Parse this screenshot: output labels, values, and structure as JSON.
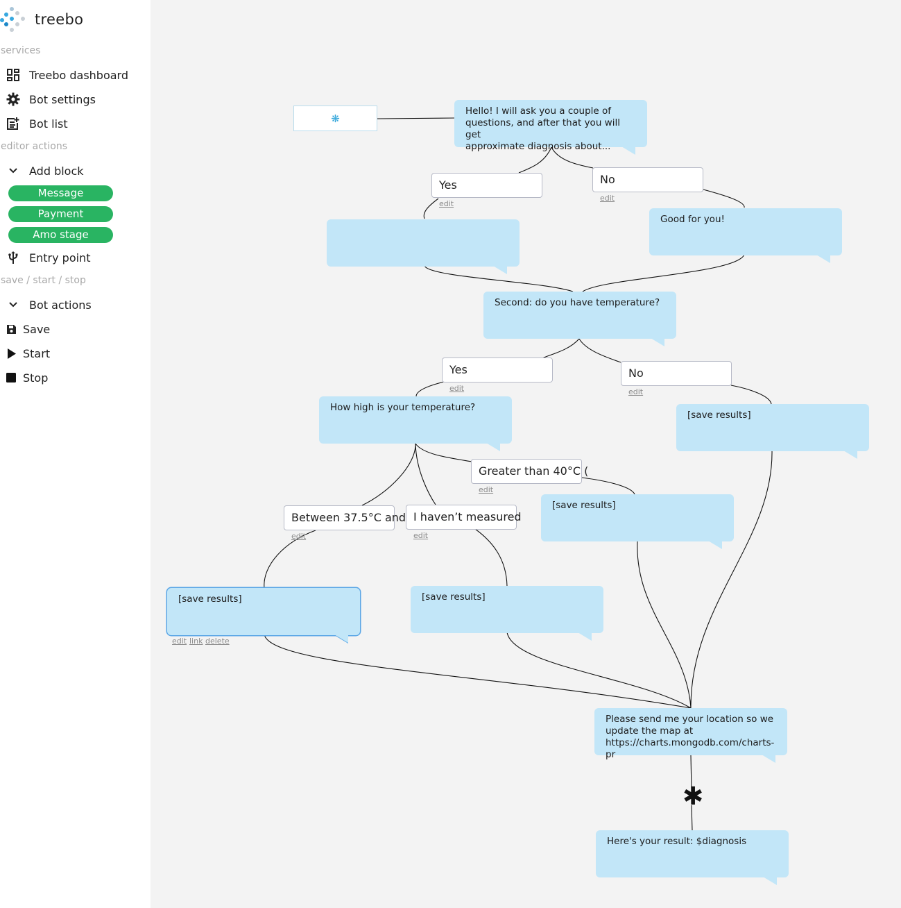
{
  "logo": {
    "text": "treebo"
  },
  "sidebar": {
    "sections": {
      "services": "services",
      "editor_actions": "editor actions",
      "save_start_stop": "save / start / stop"
    },
    "services": [
      {
        "label": "Treebo dashboard",
        "icon": "dashboard-icon"
      },
      {
        "label": "Bot settings",
        "icon": "gear-icon"
      },
      {
        "label": "Bot list",
        "icon": "list-icon"
      }
    ],
    "add_block": {
      "label": "Add block",
      "icon": "chevron-down-icon"
    },
    "block_types": [
      "Message",
      "Payment",
      "Amo stage"
    ],
    "entry_point": {
      "label": "Entry point",
      "icon": "usb-icon"
    },
    "bot_actions": {
      "label": "Bot actions",
      "icon": "chevron-down-icon"
    },
    "actions": [
      {
        "label": "Save",
        "icon": "save-icon"
      },
      {
        "label": "Start",
        "icon": "play-icon"
      },
      {
        "label": "Stop",
        "icon": "stop-icon"
      }
    ],
    "accent_color": "#29b462"
  },
  "flow": {
    "start_symbol": "❋",
    "end_symbol": "✱",
    "messages": {
      "greeting": "Hello! I will ask you a couple of\nquestions, and after that you will get\napproximate diagnosis about...",
      "empty": "",
      "good": "Good for you!",
      "second": "Second: do you have temperature?",
      "how_high": "How high is your temperature?",
      "save_a": "[save results]",
      "save_b": "[save results]",
      "save_c": "[save results]",
      "save_d": "[save results]",
      "location": "Please send me your location so we\nupdate the map at\nhttps://charts.mongodb.com/charts-pr",
      "result": "Here's your result: $diagnosis"
    },
    "answers": {
      "yes_1": "Yes",
      "no_1": "No",
      "yes_2": "Yes",
      "no_2": "No",
      "gt40": "Greater than 40°C (",
      "between": "Between 37.5°C and",
      "not_measured": "I haven’t measured"
    },
    "edit_label": "edit",
    "selected_actions": {
      "edit": "edit",
      "link": "link",
      "delete": "delete"
    },
    "bubble_color": "#c2e6f8"
  }
}
